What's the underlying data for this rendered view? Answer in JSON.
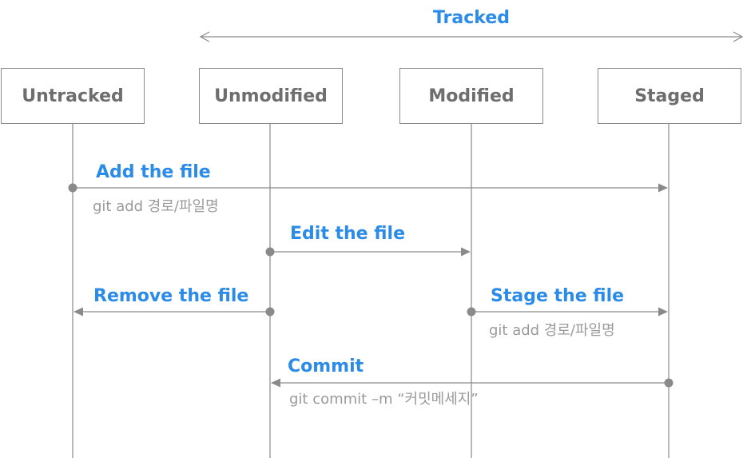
{
  "header": {
    "tracked_label": "Tracked"
  },
  "states": [
    {
      "label": "Untracked"
    },
    {
      "label": "Unmodified"
    },
    {
      "label": "Modified"
    },
    {
      "label": "Staged"
    }
  ],
  "transitions": [
    {
      "label": "Add the file",
      "command": "git add 경로/파일명"
    },
    {
      "label": "Edit the file",
      "command": ""
    },
    {
      "label": "Remove the file",
      "command": ""
    },
    {
      "label": "Stage the file",
      "command": "git add 경로/파일명"
    },
    {
      "label": "Commit",
      "command": "git commit –m “커밋메세지”"
    }
  ],
  "colors": {
    "accent": "#2a8be8",
    "line": "#8a8a8a",
    "box_text": "#6e6e6e",
    "command_text": "#9a9a9a"
  }
}
